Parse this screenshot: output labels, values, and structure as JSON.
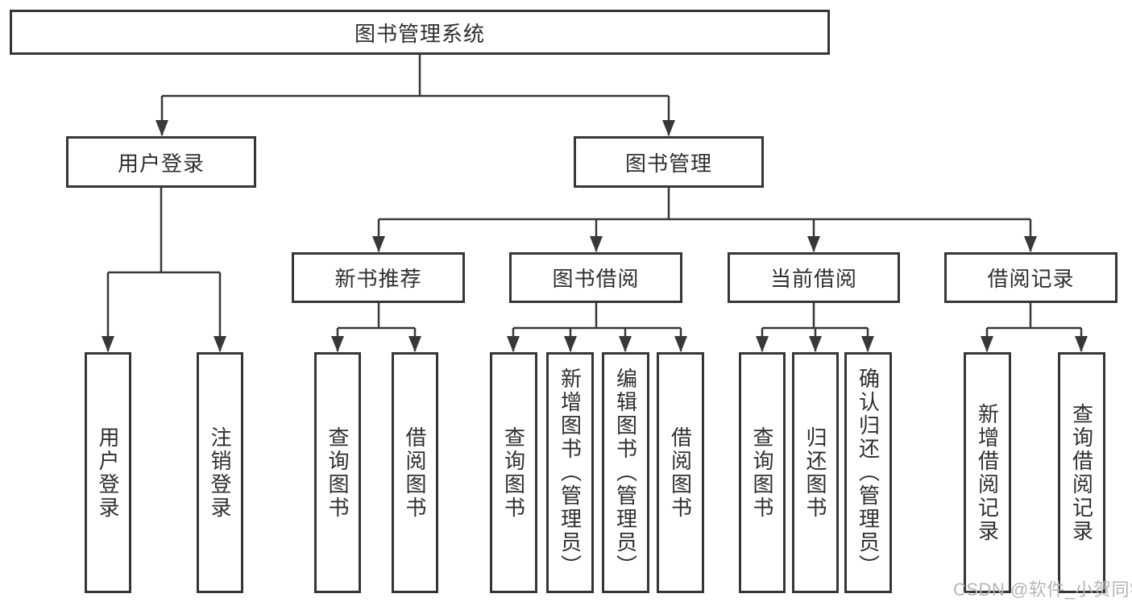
{
  "diagram": {
    "root": {
      "label": "图书管理系统"
    },
    "branches": [
      {
        "label": "用户登录",
        "children": [
          {
            "label": "用户登录"
          },
          {
            "label": "注销登录"
          }
        ]
      },
      {
        "label": "图书管理",
        "children": [
          {
            "label": "新书推荐",
            "children": [
              {
                "label": "查询图书"
              },
              {
                "label": "借阅图书"
              }
            ]
          },
          {
            "label": "图书借阅",
            "children": [
              {
                "label": "查询图书"
              },
              {
                "label": "新增图书（管理员）"
              },
              {
                "label": "编辑图书（管理员）"
              },
              {
                "label": "借阅图书"
              }
            ]
          },
          {
            "label": "当前借阅",
            "children": [
              {
                "label": "查询图书"
              },
              {
                "label": "归还图书"
              },
              {
                "label": "确认归还（管理员）"
              }
            ]
          },
          {
            "label": "借阅记录",
            "children": [
              {
                "label": "新增借阅记录"
              },
              {
                "label": "查询借阅记录"
              }
            ]
          }
        ]
      }
    ],
    "watermark": "CSDN @软件_小贺同学"
  },
  "colors": {
    "line": "#383838",
    "border": "#363636",
    "text": "#2f2f2f",
    "watermark": "#b8b3b7",
    "background": "#ffffff"
  }
}
